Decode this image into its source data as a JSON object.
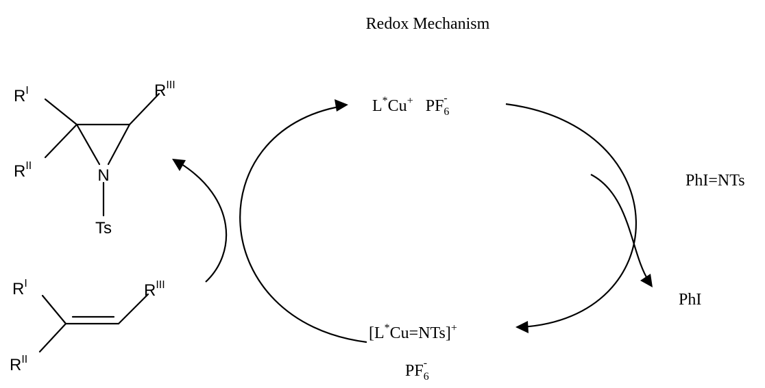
{
  "title": "Redox Mechanism",
  "catalyst": {
    "ligand": "L",
    "star": "*",
    "metal": "Cu",
    "charge": "+",
    "anion": "PF",
    "anion_sub": "6",
    "anion_charge": "-"
  },
  "intermediate": {
    "open_bracket": "[",
    "ligand": "L",
    "star": "*",
    "body": "Cu=NTs]",
    "charge": "+",
    "anion": "PF",
    "anion_sub": "6",
    "anion_charge": "-"
  },
  "reagent_in": "PhI=NTs",
  "reagent_out": "PhI",
  "aziridine": {
    "r1": "R",
    "r1_sup": "I",
    "r2": "R",
    "r2_sup": "II",
    "r3": "R",
    "r3_sup": "III",
    "n_atom": "N",
    "ts": "Ts"
  },
  "alkene": {
    "r1": "R",
    "r1_sup": "I",
    "r2": "R",
    "r2_sup": "II",
    "r3": "R",
    "r3_sup": "III"
  }
}
